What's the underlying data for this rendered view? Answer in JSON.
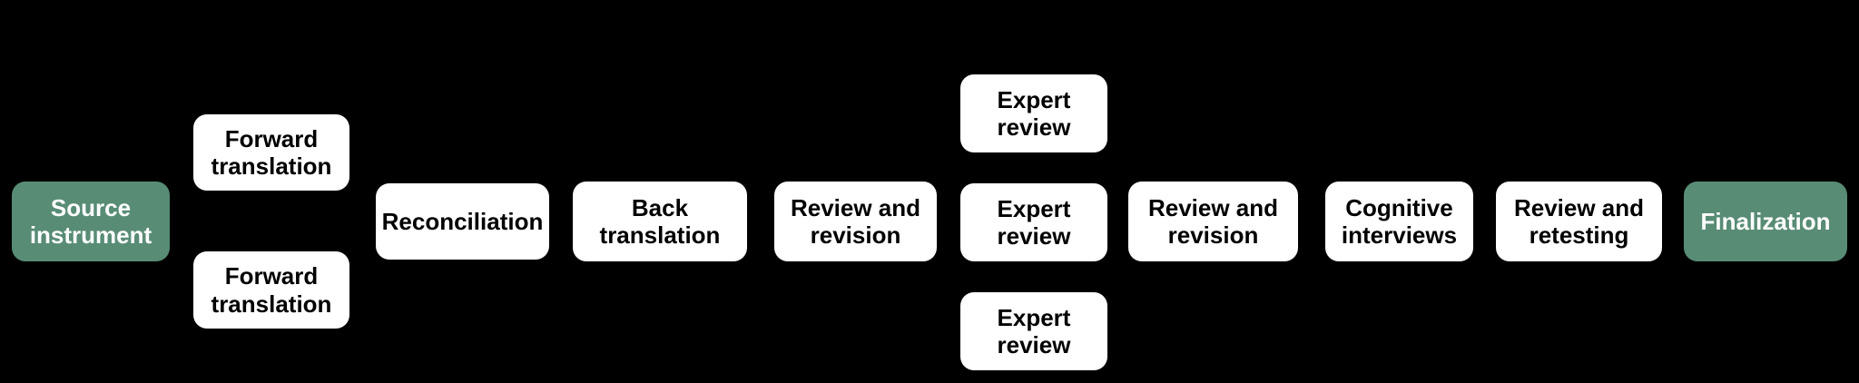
{
  "diagram": {
    "type": "flowchart",
    "colors": {
      "background": "#000000",
      "node_fill": "#ffffff",
      "node_text": "#000000",
      "accent_fill": "#588c75",
      "accent_text": "#ffffff"
    },
    "nodes": [
      {
        "id": "source-instrument",
        "label": "Source\ninstrument",
        "variant": "accent"
      },
      {
        "id": "forward-translation-1",
        "label": "Forward\ntranslation",
        "variant": "default"
      },
      {
        "id": "forward-translation-2",
        "label": "Forward\ntranslation",
        "variant": "default"
      },
      {
        "id": "reconciliation",
        "label": "Reconciliation",
        "variant": "default"
      },
      {
        "id": "back-translation",
        "label": "Back\ntranslation",
        "variant": "default"
      },
      {
        "id": "review-and-revision-1",
        "label": "Review and\nrevision",
        "variant": "default"
      },
      {
        "id": "expert-review-1",
        "label": "Expert\nreview",
        "variant": "default"
      },
      {
        "id": "expert-review-2",
        "label": "Expert\nreview",
        "variant": "default"
      },
      {
        "id": "expert-review-3",
        "label": "Expert\nreview",
        "variant": "default"
      },
      {
        "id": "review-and-revision-2",
        "label": "Review and\nrevision",
        "variant": "default"
      },
      {
        "id": "cognitive-interviews",
        "label": "Cognitive\ninterviews",
        "variant": "default"
      },
      {
        "id": "review-and-retesting",
        "label": "Review and\nretesting",
        "variant": "default"
      },
      {
        "id": "finalization",
        "label": "Finalization",
        "variant": "accent"
      }
    ]
  }
}
